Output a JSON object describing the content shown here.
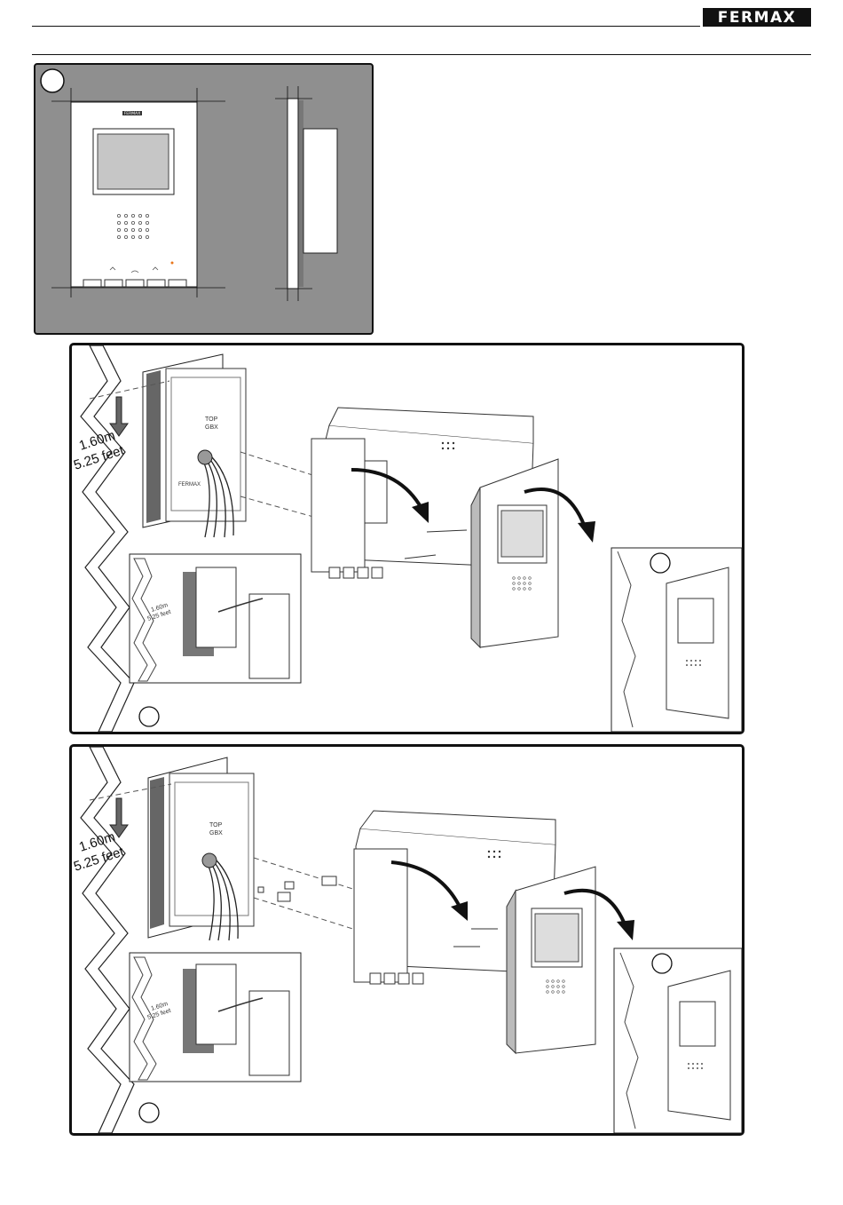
{
  "header": {
    "brand": "FERMAX"
  },
  "figures": {
    "front_view": {
      "brand": "FERMAX"
    },
    "step_b": {
      "height_m": "1.60m",
      "height_ft": "5.25 feet",
      "box_label_top": "TOP",
      "box_label_sub": "GBX",
      "box_mark": "FERMAX"
    },
    "step_c": {
      "height_m": "1.60m",
      "height_ft": "5.25 feet",
      "box_label_top": "TOP",
      "box_label_sub": "GBX"
    }
  },
  "colors": {
    "panel_background": "#8f8f8f",
    "line": "#111111",
    "led": "#e8751a"
  }
}
